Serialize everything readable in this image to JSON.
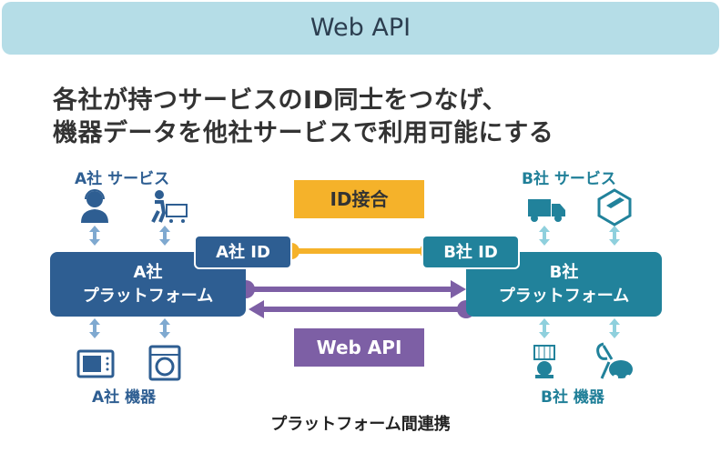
{
  "banner": {
    "title": "Web API"
  },
  "headline": {
    "line1": "各社が持つサービスのID同士をつなげ、",
    "line2": "機器データを他社サービスで利用可能にする"
  },
  "company_a": {
    "services_label": "A社 サービス",
    "platform_line1": "A社",
    "platform_line2": "プラットフォーム",
    "id_label": "A社 ID",
    "devices_label": "A社 機器"
  },
  "company_b": {
    "services_label": "B社 サービス",
    "platform_line1": "B社",
    "platform_line2": "プラットフォーム",
    "id_label": "B社 ID",
    "devices_label": "B社 機器"
  },
  "link": {
    "id_join_label": "ID接合",
    "api_label": "Web API"
  },
  "footer": {
    "caption": "プラットフォーム間連携"
  },
  "colors": {
    "company_a": "#2e5e92",
    "company_b": "#21829b",
    "id_join": "#f5b22a",
    "web_api": "#7d5fa5",
    "banner": "#b5dde7"
  },
  "icons": {
    "company_a_services": [
      "person-headset-icon",
      "shopping-cart-icon"
    ],
    "company_a_devices": [
      "microwave-icon",
      "washing-machine-icon"
    ],
    "company_b_services": [
      "delivery-truck-icon",
      "package-box-icon"
    ],
    "company_b_devices": [
      "lamp-icon",
      "vacuum-cleaner-icon"
    ]
  }
}
